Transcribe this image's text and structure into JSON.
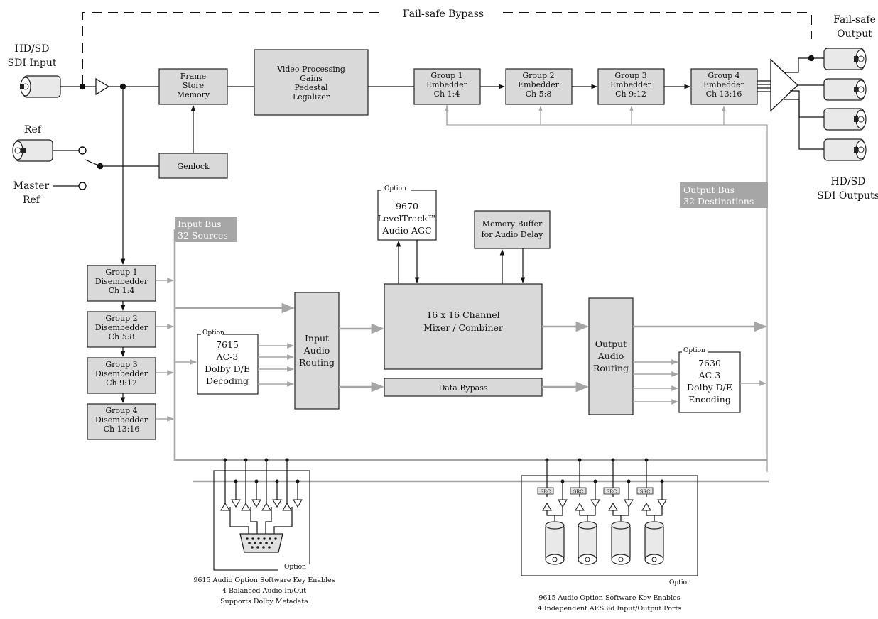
{
  "top": {
    "failsafe_bypass": "Fail-safe  Bypass",
    "failsafe_output": [
      "Fail-safe",
      "Output"
    ]
  },
  "inputs": {
    "hd_sd": [
      "HD/SD",
      "SDI Input"
    ],
    "ref": "Ref",
    "master_ref": [
      "Master",
      "Ref"
    ]
  },
  "outputs": {
    "hd_sd": [
      "HD/SD",
      "SDI Outputs"
    ]
  },
  "blocks": {
    "frame_store": [
      "Frame",
      "Store",
      "Memory"
    ],
    "video_processing": [
      "Video Processing",
      "Gains",
      "Pedestal",
      "Legalizer"
    ],
    "genlock": "Genlock",
    "embedders": [
      [
        "Group 1",
        "Embedder",
        "Ch 1:4"
      ],
      [
        "Group 2",
        "Embedder",
        "Ch 5:8"
      ],
      [
        "Group 3",
        "Embedder",
        "Ch 9:12"
      ],
      [
        "Group 4",
        "Embedder",
        "Ch 13:16"
      ]
    ],
    "disembedders": [
      [
        "Group 1",
        "Disembedder",
        "Ch 1:4"
      ],
      [
        "Group 2",
        "Disembedder",
        "Ch 5:8"
      ],
      [
        "Group 3",
        "Disembedder",
        "Ch 9:12"
      ],
      [
        "Group 4",
        "Disembedder",
        "Ch 13:16"
      ]
    ],
    "decoder": [
      "7615",
      "AC-3",
      "Dolby D/E",
      "Decoding"
    ],
    "input_routing": [
      "Input",
      "Audio",
      "Routing"
    ],
    "agc": [
      "9670",
      "LevelTrack™",
      "Audio AGC"
    ],
    "memory_buffer": [
      "Memory Buffer",
      "for Audio Delay"
    ],
    "mixer": [
      "16 x 16 Channel",
      "Mixer / Combiner"
    ],
    "data_bypass": "Data Bypass",
    "output_routing": [
      "Output",
      "Audio",
      "Routing"
    ],
    "encoder": [
      "7630",
      "AC-3",
      "Dolby D/E",
      "Encoding"
    ]
  },
  "option_label": "Option",
  "src_label": "SRC",
  "buses": {
    "input": [
      "Input Bus",
      "32 Sources"
    ],
    "output": [
      "Output Bus",
      "32 Destinations"
    ]
  },
  "captions": {
    "balanced": [
      "9615 Audio Option Software Key Enables",
      "4 Balanced Audio In/Out",
      "Supports Dolby Metadata"
    ],
    "aes": [
      "9615 Audio Option Software Key Enables",
      "4 Independent AES3id Input/Output Ports"
    ]
  }
}
